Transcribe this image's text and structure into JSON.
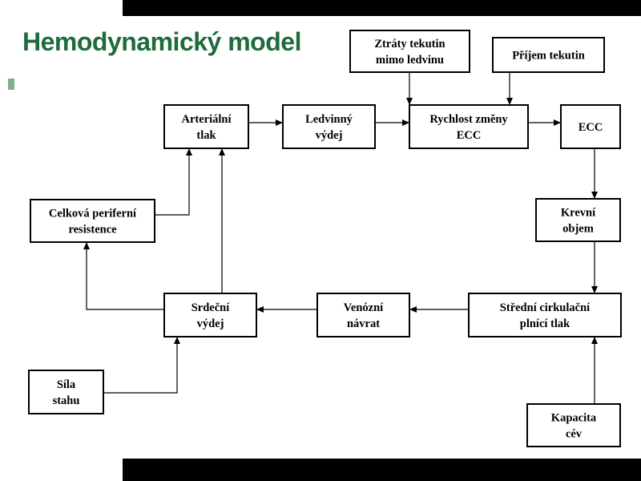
{
  "slide": {
    "title": "Hemodynamický model",
    "colors": {
      "title": "#1e6b3c",
      "bullet": "#7fb08e",
      "band": "#000000"
    }
  },
  "diagram": {
    "nodes": {
      "ztraty": [
        "Ztráty tekutin",
        "mimo ledvinu"
      ],
      "prijem": [
        "Příjem tekutin"
      ],
      "arterialni_tlak": [
        "Arteriální",
        "tlak"
      ],
      "ledvinny_vydej": [
        "Ledvinný",
        "výdej"
      ],
      "rychlost_zmeny_ecc": [
        "Rychlost změny",
        "ECC"
      ],
      "ecc": [
        "ECC"
      ],
      "celkova_periferni_resistence": [
        "Celková periferní",
        "resistence"
      ],
      "krevni_objem": [
        "Krevní",
        "objem"
      ],
      "srdecni_vydej": [
        "Srdeční",
        "výdej"
      ],
      "venozni_navrat": [
        "Venózní",
        "návrat"
      ],
      "stredni_cirkulacni_plnici_tlak": [
        "Střední cirkulační",
        "plnící tlak"
      ],
      "sila_stahu": [
        "Síla",
        "stahu"
      ],
      "kapacita_cev": [
        "Kapacita",
        "cév"
      ]
    },
    "edges": [
      [
        "arterialni_tlak",
        "ledvinny_vydej"
      ],
      [
        "ledvinny_vydej",
        "rychlost_zmeny_ecc"
      ],
      [
        "ztraty",
        "rychlost_zmeny_ecc"
      ],
      [
        "prijem",
        "rychlost_zmeny_ecc"
      ],
      [
        "rychlost_zmeny_ecc",
        "ecc"
      ],
      [
        "ecc",
        "krevni_objem"
      ],
      [
        "krevni_objem",
        "stredni_cirkulacni_plnici_tlak"
      ],
      [
        "kapacita_cev",
        "stredni_cirkulacni_plnici_tlak"
      ],
      [
        "stredni_cirkulacni_plnici_tlak",
        "venozni_navrat"
      ],
      [
        "venozni_navrat",
        "srdecni_vydej"
      ],
      [
        "srdecni_vydej",
        "arterialni_tlak"
      ],
      [
        "srdecni_vydej",
        "celkova_periferni_resistence"
      ],
      [
        "celkova_periferni_resistence",
        "arterialni_tlak"
      ],
      [
        "sila_stahu",
        "srdecni_vydej"
      ]
    ]
  }
}
